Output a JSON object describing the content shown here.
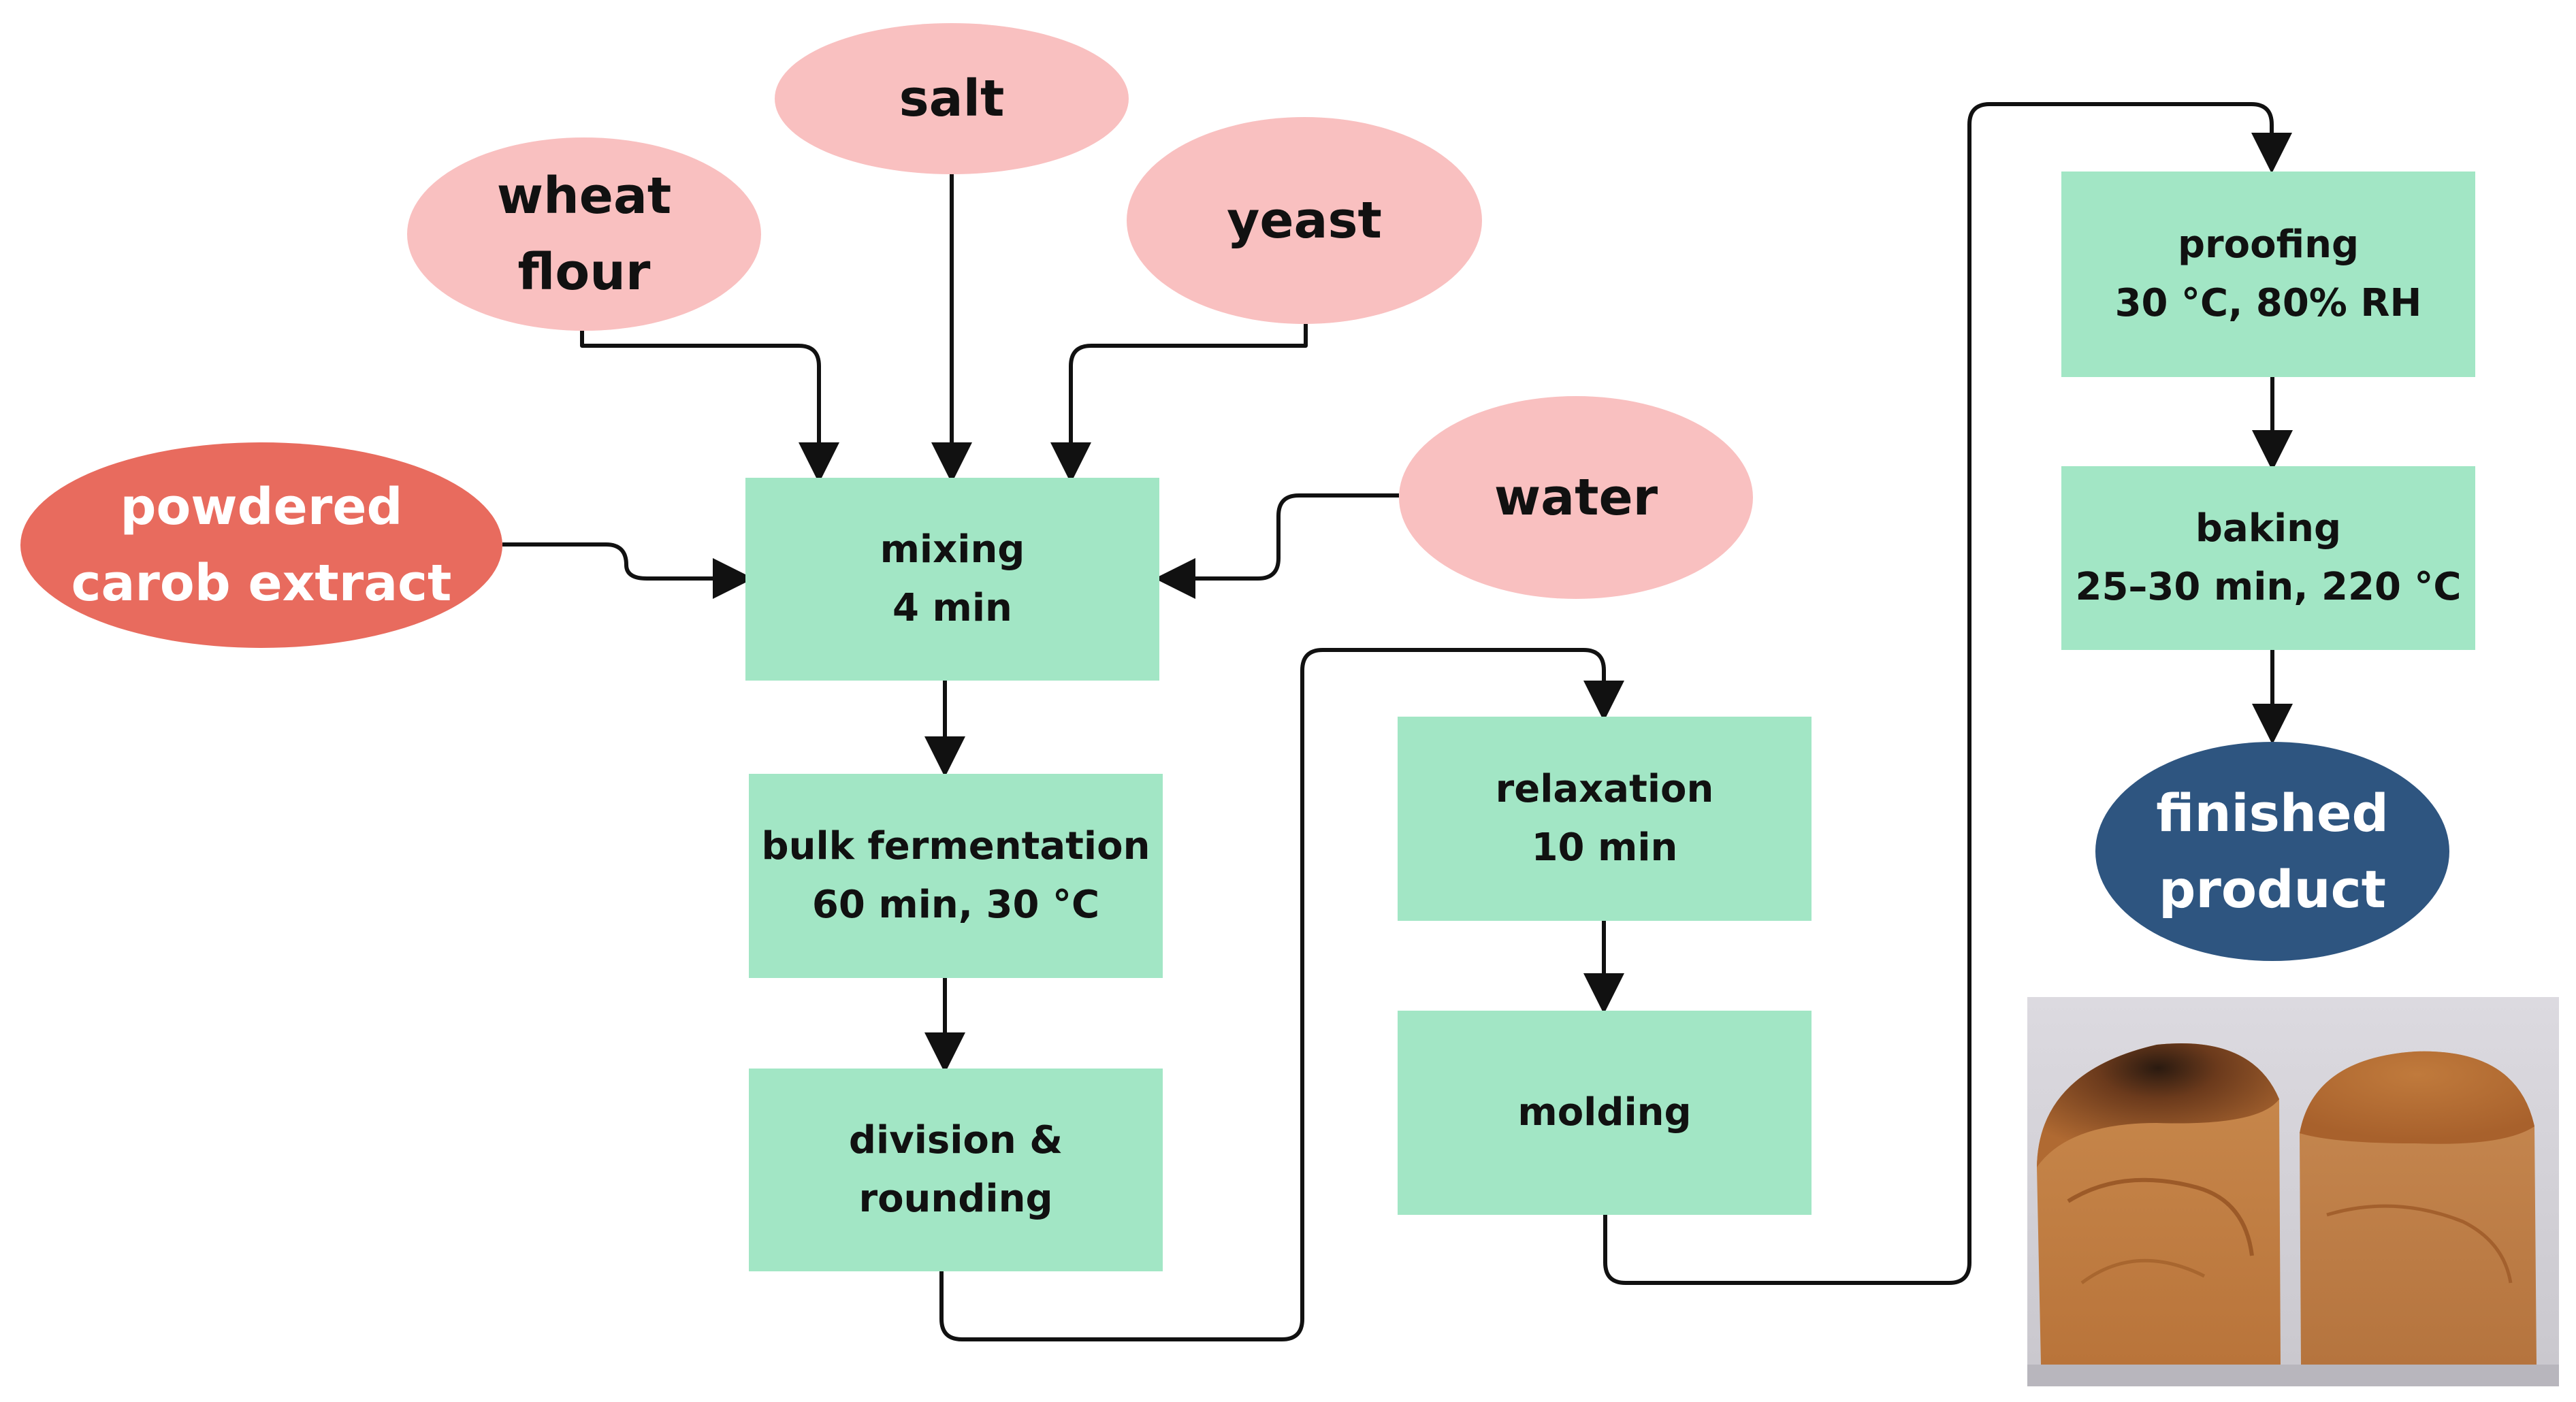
{
  "diagram": {
    "ingredients": {
      "wheat_flour": [
        "wheat",
        "flour"
      ],
      "salt": [
        "salt"
      ],
      "yeast": [
        "yeast"
      ],
      "water": [
        "water"
      ],
      "carob": [
        "powdered",
        "carob extract"
      ]
    },
    "steps": {
      "mixing": [
        "mixing",
        "4 min"
      ],
      "bulk_fermentation": [
        "bulk fermentation",
        "60 min, 30 °C"
      ],
      "division": [
        "division &",
        "rounding"
      ],
      "relaxation": [
        "relaxation",
        "10 min"
      ],
      "molding": [
        "molding"
      ],
      "proofing": [
        "proofing",
        "30 °C, 80% RH"
      ],
      "baking": [
        "baking",
        "25–30 min, 220 °C"
      ]
    },
    "final": [
      "finished",
      "product"
    ],
    "colors": {
      "step": "#a2e6c5",
      "ingredient": "#f9c0c0",
      "additive": "#e86b5e",
      "final": "#2e5580",
      "connector": "#111111"
    },
    "photo": {
      "icon": "bread-loaves-photo"
    }
  }
}
